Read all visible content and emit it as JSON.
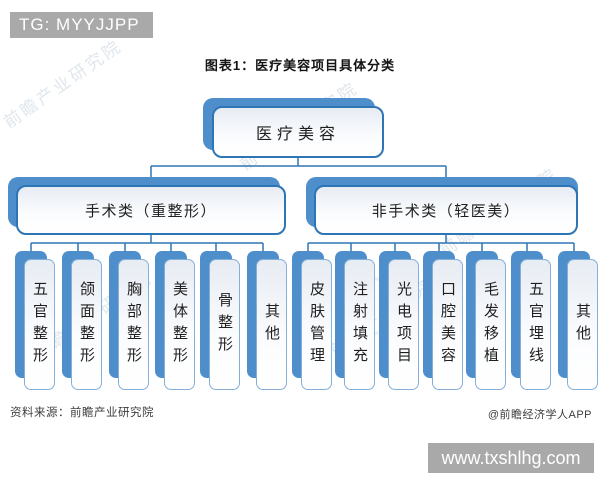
{
  "tg_bar": {
    "label": "TG: MYYJJPP"
  },
  "url_bar": {
    "label": "www.txshlhg.com"
  },
  "title": "图表1：医疗美容项目具体分类",
  "watermark": {
    "text": "前瞻产业研究院"
  },
  "tree": {
    "root": {
      "label": "医疗美容"
    },
    "branches": [
      {
        "label": "手术类（重整形）",
        "children": [
          "五官整形",
          "颌面整形",
          "胸部整形",
          "美体整形",
          "骨整形",
          "其他"
        ]
      },
      {
        "label": "非手术类（轻医美）",
        "children": [
          "皮肤管理",
          "注射填充",
          "光电项目",
          "口腔美容",
          "毛发移植",
          "五官埋线",
          "其他"
        ]
      }
    ]
  },
  "footer": {
    "source": "资料来源：前瞻产业研究院",
    "credit": "@前瞻经济学人APP"
  },
  "colors": {
    "node_blue": "#4e8fcb",
    "border_dark": "#2e75b5",
    "border_light": "#84afd8",
    "connector": "#2e75b5",
    "gray_bar": "#a9a9a9"
  }
}
